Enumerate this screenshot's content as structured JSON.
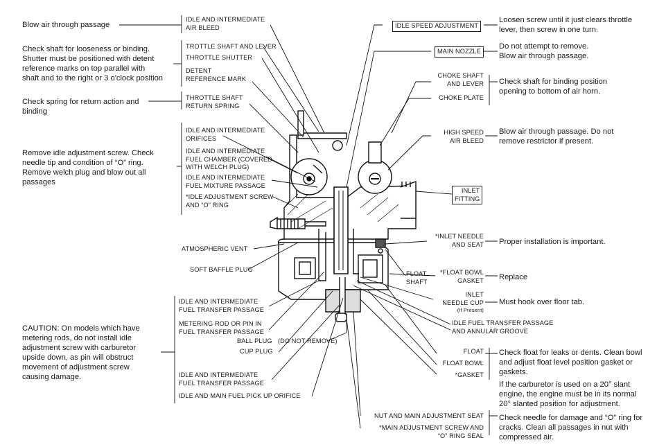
{
  "notes": {
    "blow_air_1": "Blow air through passage",
    "check_shaft_1": "Check shaft for looseness or binding.\nShutter must be positioned with detent\nreference marks on top parallel with\nshaft and to the right or 3 o'clock position",
    "check_spring": "Check spring for return action and\nbinding",
    "remove_idle": "Remove idle adjustment screw. Check\nneedle tip and condition of “O” ring.\nRemove welch plug and blow out all\npassages",
    "caution": "CAUTION: On models which have\nmetering rods, do not install idle\nadjustment screw with carburetor\nupside down, as pin will obstruct\nmovement of adjustment screw\ncausing damage.",
    "loosen_screw": "Loosen screw until it just clears throttle\nlever, then screw in one turn.",
    "do_not_remove": "Do not attempt to remove.\nBlow air through passage.",
    "check_shaft_2": "Check shaft for binding position\nopening to bottom of air horn.",
    "blow_air_2": "Blow air through passage. Do not\nremove restrictor if present.",
    "proper_install": "Proper installation is important.",
    "replace": "Replace",
    "must_hook": "Must hook over floor tab.",
    "check_float": "Check float for leaks or dents. Clean bowl\nand adjust float level position gasket or\ngaskets.",
    "slant": "If the carburetor is used on a 20° slant\nengine, the engine must be in its normal\n20° slanted position for adjustment.",
    "check_needle": "Check needle for damage and “O” ring for\ncracks. Clean all passages in nut with\ncompressed air."
  },
  "labels": {
    "idle_air_bleed": "IDLE AND INTERMEDIATE\nAIR BLEED",
    "throttle_shaft_lever": "TROTTLE SHAFT AND LEVER",
    "throttle_shutter": "THROTTLE SHUTTER",
    "detent": "DETENT\nREFERENCE MARK",
    "return_spring": "THROTTLE SHAFT\nRETURN SPRING",
    "orifices": "IDLE AND INTERMEDIATE\nORIFICES",
    "fuel_chamber": "IDLE AND INTERMEDIATE\nFUEL CHAMBER (COVERED\nWITH WELCH PLUG)",
    "fuel_mixture": "IDLE AND INTERMEDIATE\nFUEL MIXTURE PASSAGE",
    "idle_adj_screw": "*IDLE ADJUSTMENT SCREW\nAND “O” RING",
    "atm_vent": "ATMOSPHERIC VENT",
    "soft_baffle": "SOFT BAFFLE PLUG",
    "transfer_passage": "IDLE AND INTERMEDIATE\nFUEL TRANSFER PASSAGE",
    "metering_rod": "METERING ROD OR PIN IN\nFUEL TRANSFER PASSAGE",
    "ball_plug": "BALL PLUG",
    "cup_plug": "CUP PLUG",
    "do_not_remove_tag": "(DO NOT REMOVE)",
    "transfer_passage_2": "IDLE AND INTERMEDIATE\nFUEL TRANSFER PASSAGE",
    "pickup_orifice": "IDLE AND MAIN FUEL PICK UP ORIFICE",
    "idle_speed_adj": "IDLE SPEED ADJUSTMENT",
    "main_nozzle": "MAIN NOZZLE",
    "choke_shaft": "CHOKE SHAFT\nAND LEVER",
    "choke_plate": "CHOKE PLATE",
    "high_speed_bleed": "HIGH SPEED\nAIR BLEED",
    "inlet_fitting": "INLET\nFITTING",
    "inlet_needle_seat": "*INLET NEEDLE\nAND SEAT",
    "float_shaft": "FLOAT\nSHAFT",
    "float_bowl_gasket": "*FLOAT BOWL\nGASKET",
    "inlet_needle_cup": "INLET\nNEEDLE CUP",
    "if_present": "(If Present)",
    "annular_groove": "IDLE FUEL TRANSFER PASSAGE\nAND ANNULAR GROOVE",
    "float": "FLOAT",
    "float_bowl": "FLOAT BOWL",
    "gasket": "*GASKET",
    "nut_seat": "NUT AND MAIN ADJUSTMENT SEAT",
    "main_adj_screw": "*MAIN ADJUSTMENT SCREW AND\n“O” RING SEAL"
  }
}
